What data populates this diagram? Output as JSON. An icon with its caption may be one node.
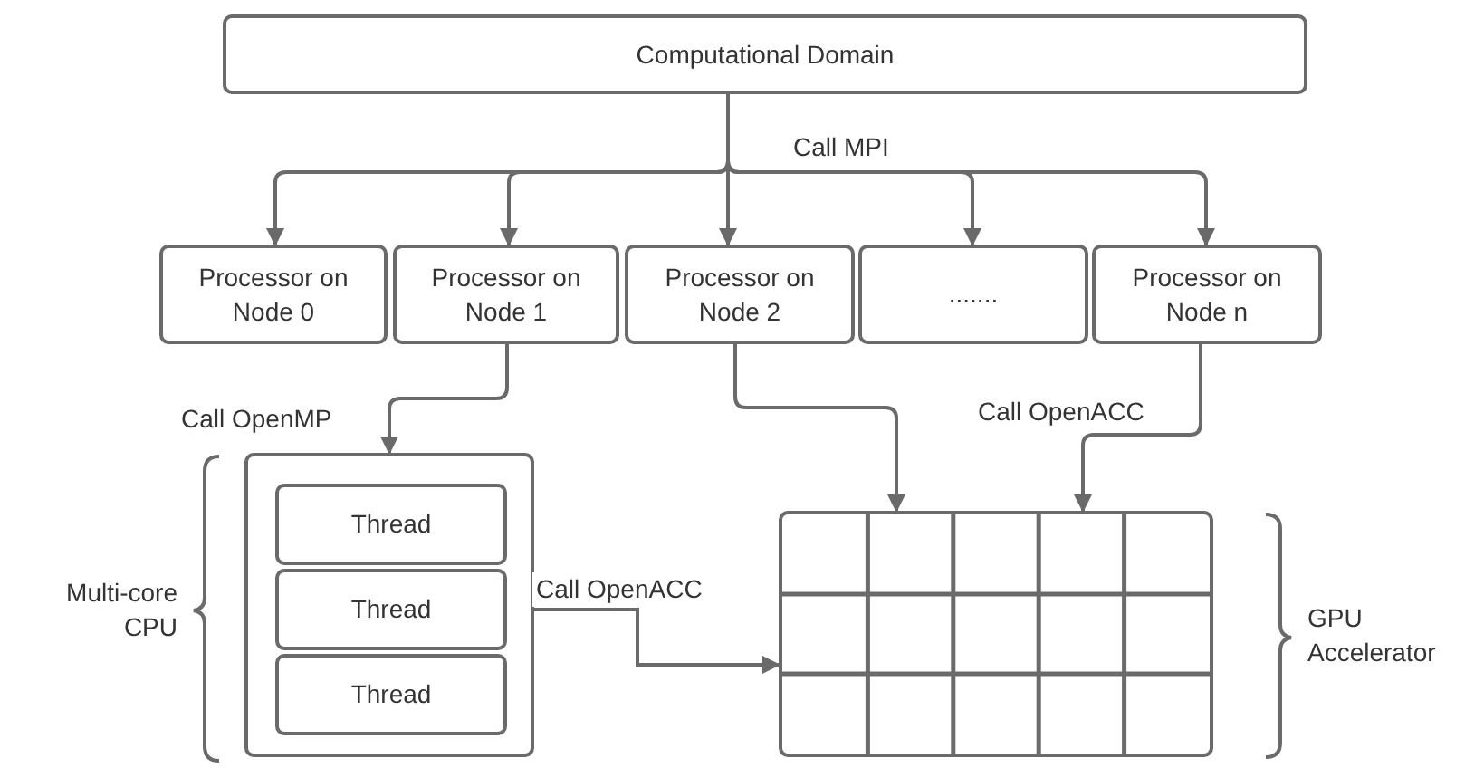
{
  "diagram": {
    "nodes": [
      {
        "text": [
          "Computational Domain"
        ]
      },
      {
        "text": [
          "Processor on Node 0"
        ]
      },
      {
        "text": [
          "Processor on Node  1"
        ]
      },
      {
        "text": [
          "Processor on Node 2"
        ]
      },
      {
        "text": [
          "......."
        ]
      },
      {
        "text": [
          "Processor on Node n"
        ]
      },
      {
        "text": [],
        "shape": "box"
      },
      {
        "text": [
          "Thread"
        ],
        "in": 6
      },
      {
        "text": [
          "Thread"
        ],
        "in": 6
      },
      {
        "text": [
          "Thread"
        ],
        "in": 6
      },
      {
        "text": [],
        "shape": "grid"
      }
    ],
    "edges": [
      {
        "from": 0,
        "to": 1,
        "arrow": "to"
      },
      {
        "from": 0,
        "to": 2,
        "arrow": "to"
      },
      {
        "from": 0,
        "to": 3,
        "arrow": "to"
      },
      {
        "from": 0,
        "to": 4,
        "arrow": "to",
        "label": "Call MPI"
      },
      {
        "from": 0,
        "to": 5,
        "arrow": "to"
      },
      {
        "from": 2,
        "to": 6,
        "arrow": "to",
        "label": "Call OpenMP"
      },
      {
        "from": 3,
        "to": 10,
        "arrow": "to"
      },
      {
        "from": 5,
        "to": 10,
        "arrow": "to",
        "label": "Call OpenACC"
      },
      {
        "from": 8,
        "to": 10,
        "arrow": "to",
        "label": "Call OpenACC"
      }
    ],
    "labels": [
      "Multi-core CPU",
      "GPU Accelerator"
    ]
  }
}
